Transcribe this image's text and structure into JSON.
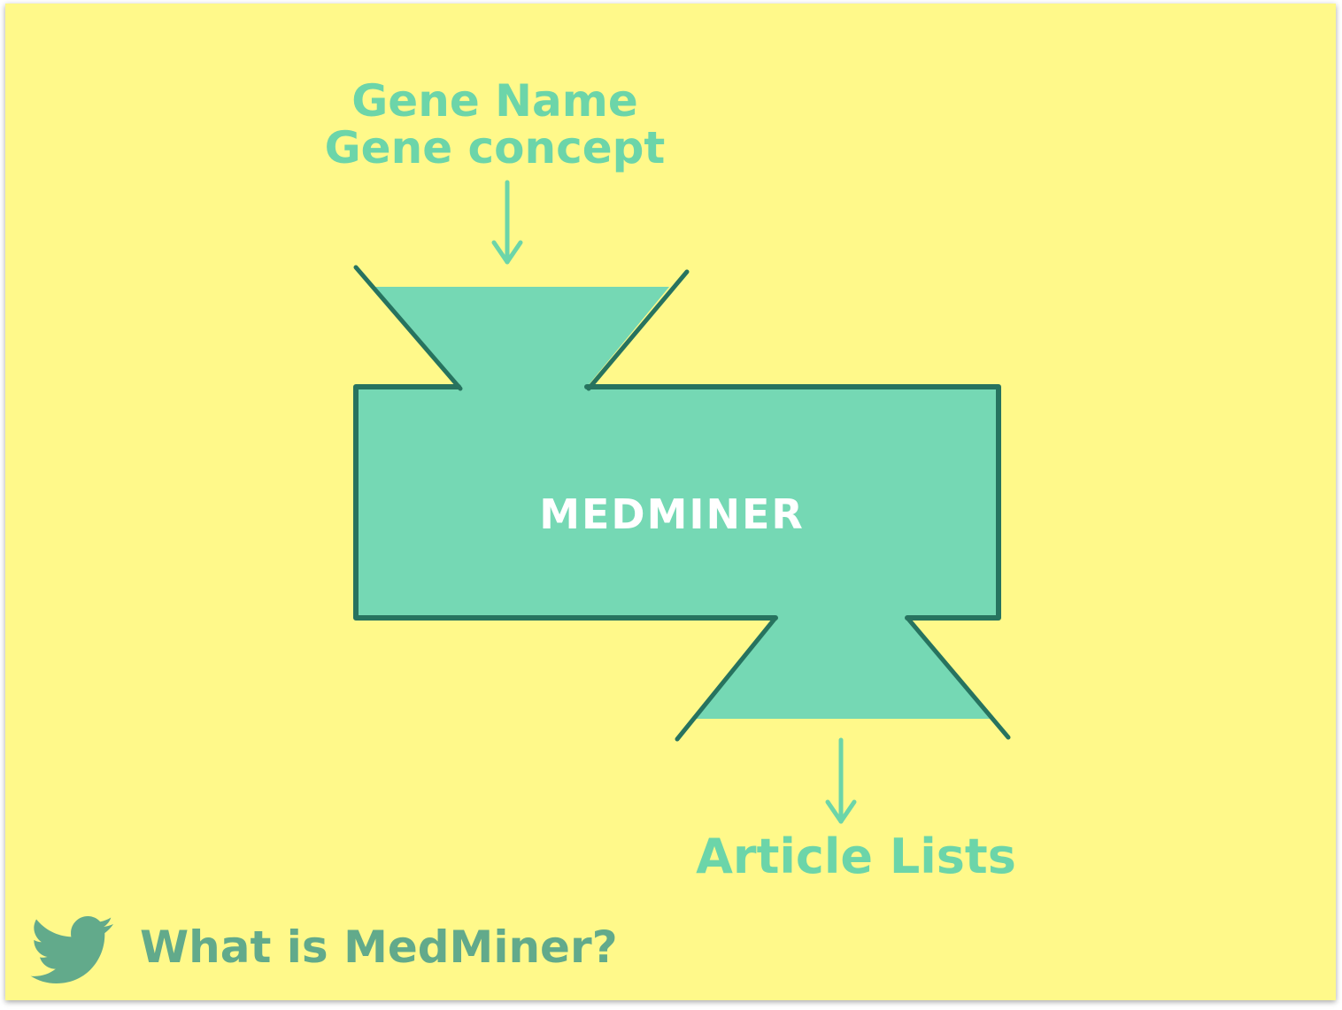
{
  "colors": {
    "background": "#fff98a",
    "shape_fill": "#75d8b4",
    "shape_stroke": "#27735f",
    "accent_text": "#6cd5a9",
    "label_text": "#ffffff",
    "footer_text": "#62aa8b",
    "bird_icon": "#62aa8b"
  },
  "diagram": {
    "input_label_line1": "Gene Name",
    "input_label_line2": "Gene concept",
    "process_label": "MEDMINER",
    "output_label": "Article Lists"
  },
  "footer": {
    "icon": "twitter-bird-icon",
    "text": "What is MedMiner?"
  }
}
